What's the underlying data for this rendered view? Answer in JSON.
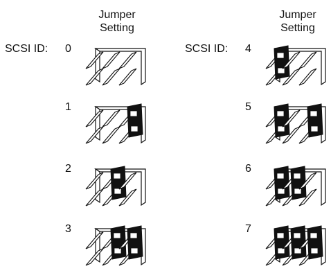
{
  "headers": {
    "left": {
      "line1": "Jumper",
      "line2": "Setting"
    },
    "right": {
      "line1": "Jumper",
      "line2": "Setting"
    }
  },
  "id_prefix": "SCSI ID:",
  "settings": [
    {
      "id": "0",
      "jumpers": [
        false,
        false,
        false
      ]
    },
    {
      "id": "1",
      "jumpers": [
        false,
        false,
        true
      ]
    },
    {
      "id": "2",
      "jumpers": [
        false,
        true,
        false
      ]
    },
    {
      "id": "3",
      "jumpers": [
        false,
        true,
        true
      ]
    },
    {
      "id": "4",
      "jumpers": [
        true,
        false,
        false
      ]
    },
    {
      "id": "5",
      "jumpers": [
        true,
        false,
        true
      ]
    },
    {
      "id": "6",
      "jumpers": [
        true,
        true,
        false
      ]
    },
    {
      "id": "7",
      "jumpers": [
        true,
        true,
        true
      ]
    }
  ],
  "colors": {
    "line": "#111111",
    "background": "#ffffff",
    "jumper": "#111111"
  }
}
